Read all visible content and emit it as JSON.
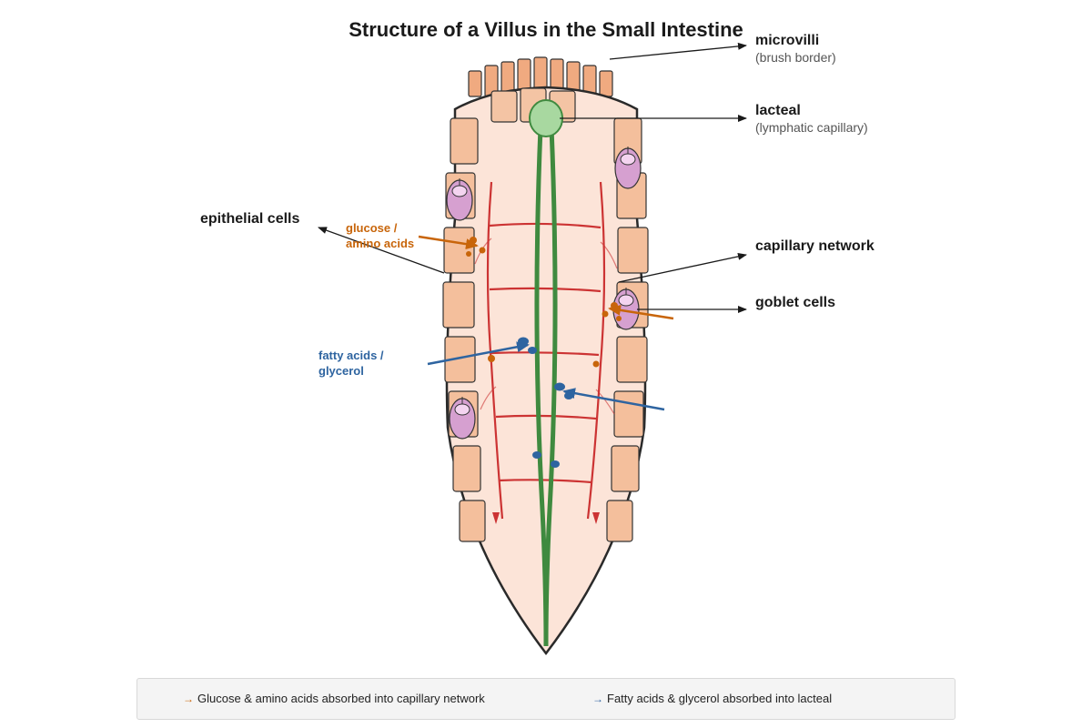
{
  "title": "Structure of a Villus in the Small Intestine",
  "labels": {
    "microvilli": "microvilli",
    "microvilli_sub": "(brush border)",
    "lacteal": "lacteal",
    "lacteal_sub": "(lymphatic capillary)",
    "epithelial": "epithelial cells",
    "capillary": "capillary network",
    "goblet": "goblet cells",
    "glucose_line1": "glucose /",
    "glucose_line2": "amino acids",
    "fatty_line1": "fatty acids /",
    "fatty_line2": "glycerol"
  },
  "legend": {
    "arrow": "→",
    "item1": "Glucose & amino acids absorbed into capillary network",
    "item2": "Fatty acids & glycerol absorbed into lacteal"
  },
  "colors": {
    "glucose": "#c8650a",
    "fatty": "#2e64a0",
    "capillary": "#cc3333",
    "lacteal": "#3f8a3f",
    "lacteal_fill": "#a8d8a0",
    "villus_fill": "#fce4d8",
    "cell_fill": "#f4bf9c",
    "goblet_fill": "#d6a0d0"
  }
}
